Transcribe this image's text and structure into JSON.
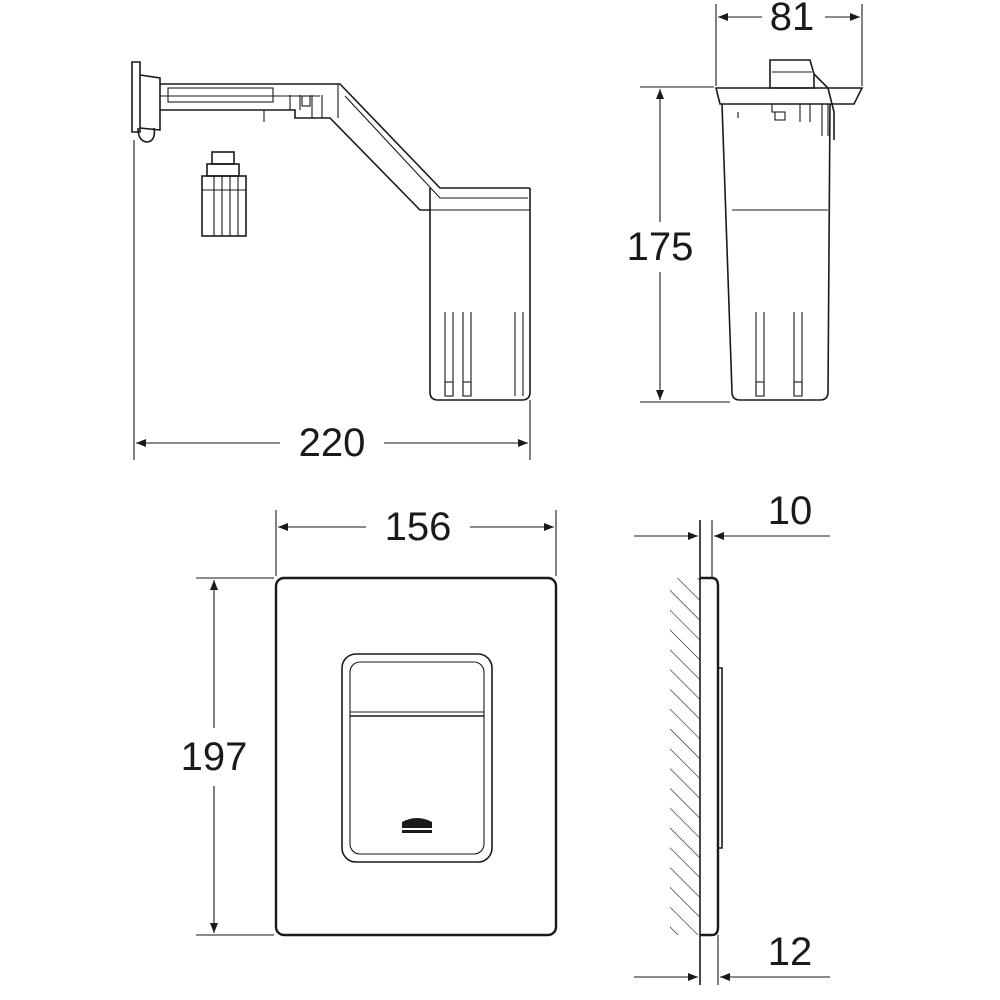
{
  "dimensions": {
    "bracket_width": "220",
    "box_width": "81",
    "box_height": "175",
    "plate_width": "156",
    "plate_height": "197",
    "plate_thickness_top": "10",
    "plate_thickness_bottom": "12"
  },
  "colors": {
    "line": "#1a1a1a",
    "background": "#ffffff"
  }
}
